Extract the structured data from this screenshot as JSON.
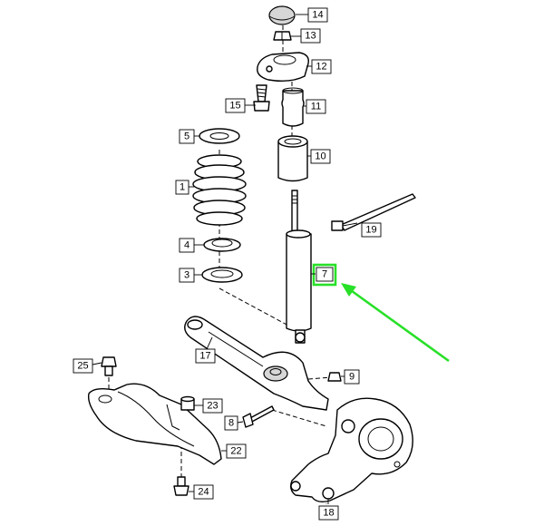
{
  "diagram": {
    "type": "exploded-parts-diagram",
    "highlight_color": "#28e028",
    "callouts": [
      {
        "id": "c14",
        "text": "14"
      },
      {
        "id": "c13",
        "text": "13"
      },
      {
        "id": "c12",
        "text": "12"
      },
      {
        "id": "c15",
        "text": "15"
      },
      {
        "id": "c11",
        "text": "11"
      },
      {
        "id": "c5",
        "text": "5"
      },
      {
        "id": "c10",
        "text": "10"
      },
      {
        "id": "c1",
        "text": "1"
      },
      {
        "id": "c19",
        "text": "19"
      },
      {
        "id": "c4",
        "text": "4"
      },
      {
        "id": "c3",
        "text": "3"
      },
      {
        "id": "c7",
        "text": "7"
      },
      {
        "id": "c17",
        "text": "17"
      },
      {
        "id": "c25",
        "text": "25"
      },
      {
        "id": "c9",
        "text": "9"
      },
      {
        "id": "c23",
        "text": "23"
      },
      {
        "id": "c8",
        "text": "8"
      },
      {
        "id": "c22",
        "text": "22"
      },
      {
        "id": "c24",
        "text": "24"
      },
      {
        "id": "c18",
        "text": "18"
      }
    ]
  }
}
